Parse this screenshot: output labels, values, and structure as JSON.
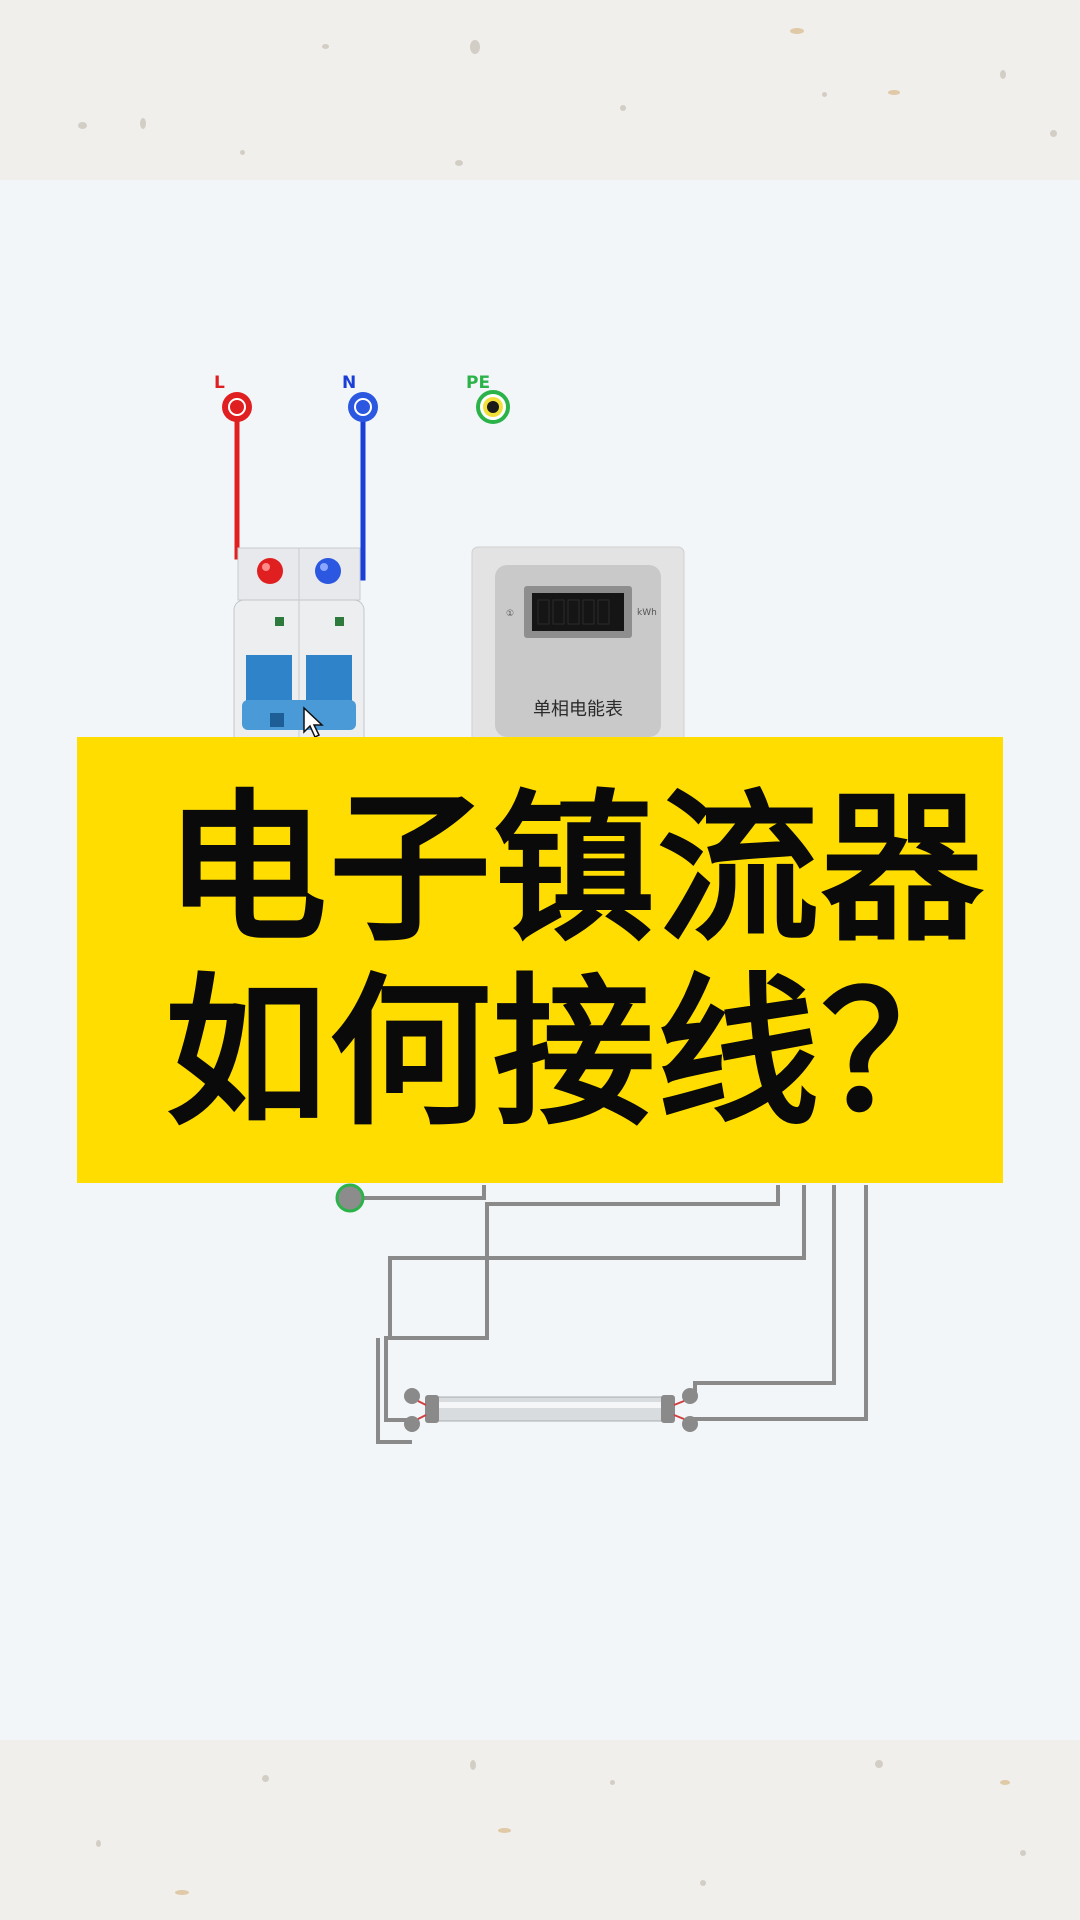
{
  "terminals": {
    "live_label": "L",
    "neutral_label": "N",
    "earth_label": "PE"
  },
  "meter": {
    "caption": "单相电能表",
    "unit": "kWh",
    "mark": "①"
  },
  "title": {
    "line1": "电子镇流器",
    "line2": "如何接线？"
  },
  "colors": {
    "live_wire": "#e02020",
    "neutral_wire": "#1a3fd6",
    "earth_ring": "#2bb34a",
    "circuit_wire": "#8a8a8a",
    "banner": "#ffdd00",
    "breaker_lever": "#2f83c9"
  },
  "icons": {
    "cursor": "mouse-pointer-icon"
  }
}
